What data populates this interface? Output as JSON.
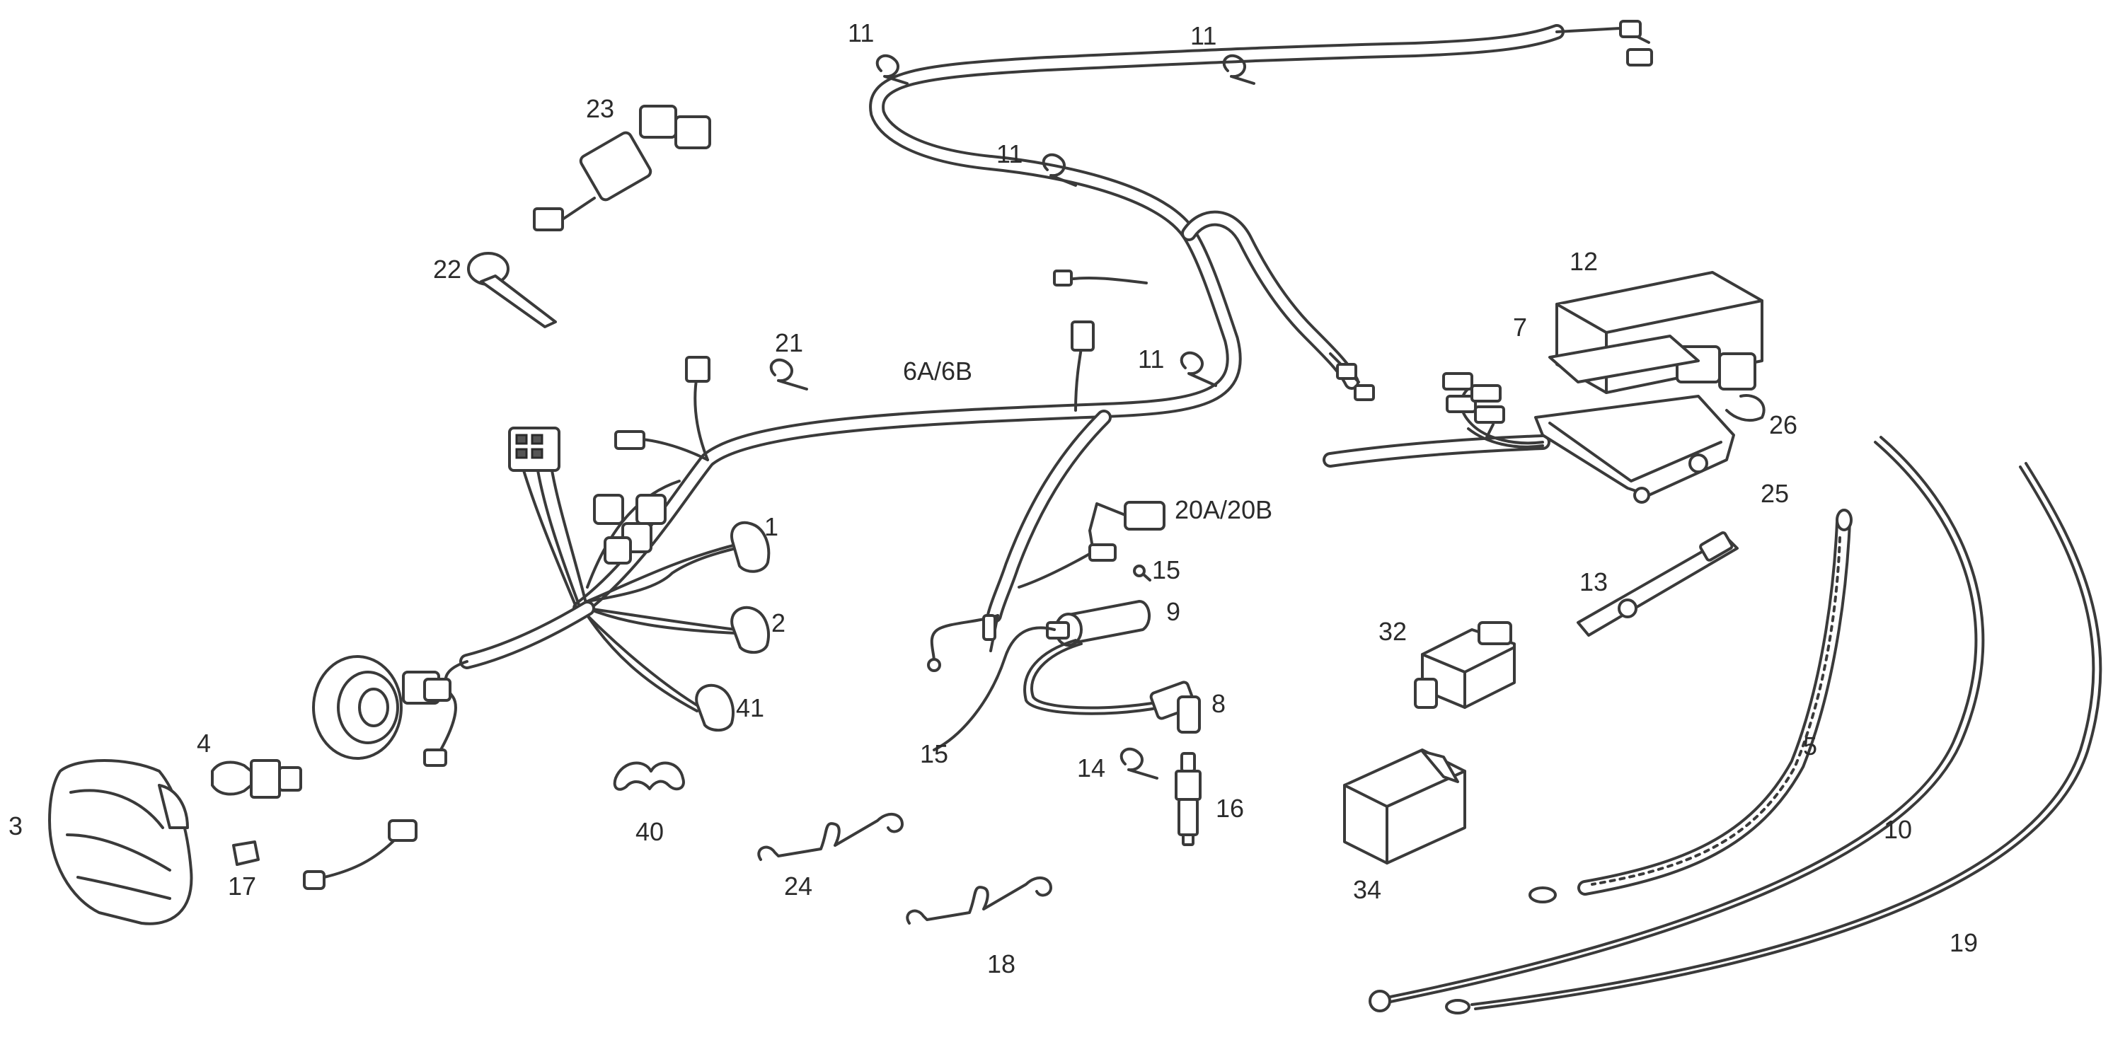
{
  "labels": {
    "l1": "1",
    "l2": "2",
    "l3": "3",
    "l4": "4",
    "l5": "5",
    "l6ab": "6A/6B",
    "l7": "7",
    "l8": "8",
    "l9": "9",
    "l10": "10",
    "l11a": "11",
    "l11b": "11",
    "l11c": "11",
    "l11d": "11",
    "l12": "12",
    "l13": "13",
    "l14": "14",
    "l15a": "15",
    "l15b": "15",
    "l16": "16",
    "l17": "17",
    "l18": "18",
    "l19": "19",
    "l20ab": "20A/20B",
    "l21": "21",
    "l22": "22",
    "l23": "23",
    "l24": "24",
    "l25": "25",
    "l26": "26",
    "l32": "32",
    "l34": "34",
    "l40": "40",
    "l41": "41"
  },
  "colors": {
    "line": "#3a3a3a",
    "text": "#2b2b2b",
    "background": "#ffffff"
  }
}
